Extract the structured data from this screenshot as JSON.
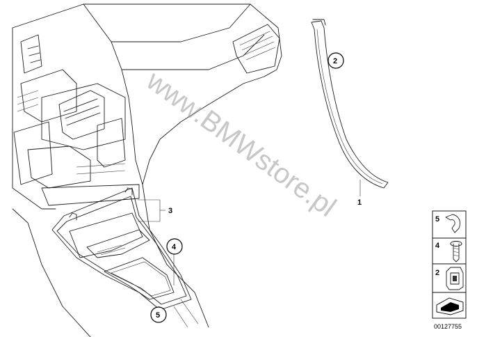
{
  "watermark": "www.BMWstore.pl",
  "callouts": {
    "c1": "1",
    "c2": "2",
    "c3": "3",
    "c4": "4",
    "c5": "5"
  },
  "legend": {
    "items": [
      {
        "number": "5",
        "icon": "clip-icon"
      },
      {
        "number": "4",
        "icon": "screw-icon"
      },
      {
        "number": "2",
        "icon": "clip-nut-icon"
      }
    ],
    "arrow_icon": "arrow-icon"
  },
  "diagram_id": "00127755"
}
